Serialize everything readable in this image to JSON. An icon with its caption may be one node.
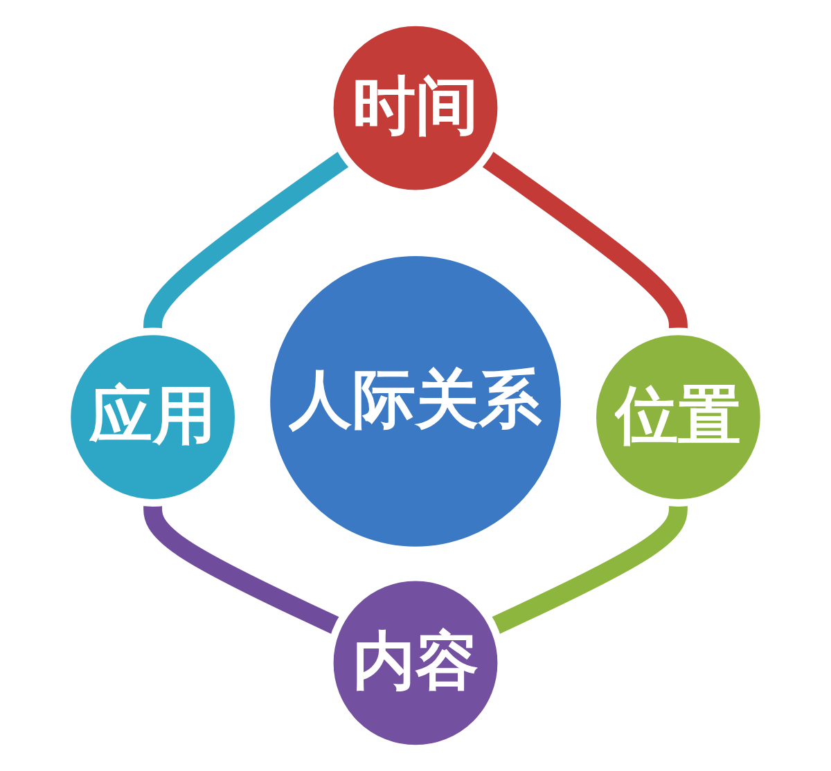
{
  "diagram": {
    "nodes": [
      {
        "text": [
          "时间"
        ]
      },
      {
        "text": [
          "应用"
        ]
      },
      {
        "text": [
          "人际关系"
        ]
      },
      {
        "text": [
          "位置"
        ]
      },
      {
        "text": [
          "内容"
        ]
      }
    ],
    "edges": [
      {
        "from": 0,
        "to": 1,
        "arrow": "none",
        "color": "#2fa6c4"
      },
      {
        "from": 0,
        "to": 3,
        "arrow": "none",
        "color": "#c33a37"
      },
      {
        "from": 1,
        "to": 4,
        "arrow": "none",
        "color": "#6f4d9c"
      },
      {
        "from": 3,
        "to": 4,
        "arrow": "none",
        "color": "#8db63f"
      }
    ]
  }
}
